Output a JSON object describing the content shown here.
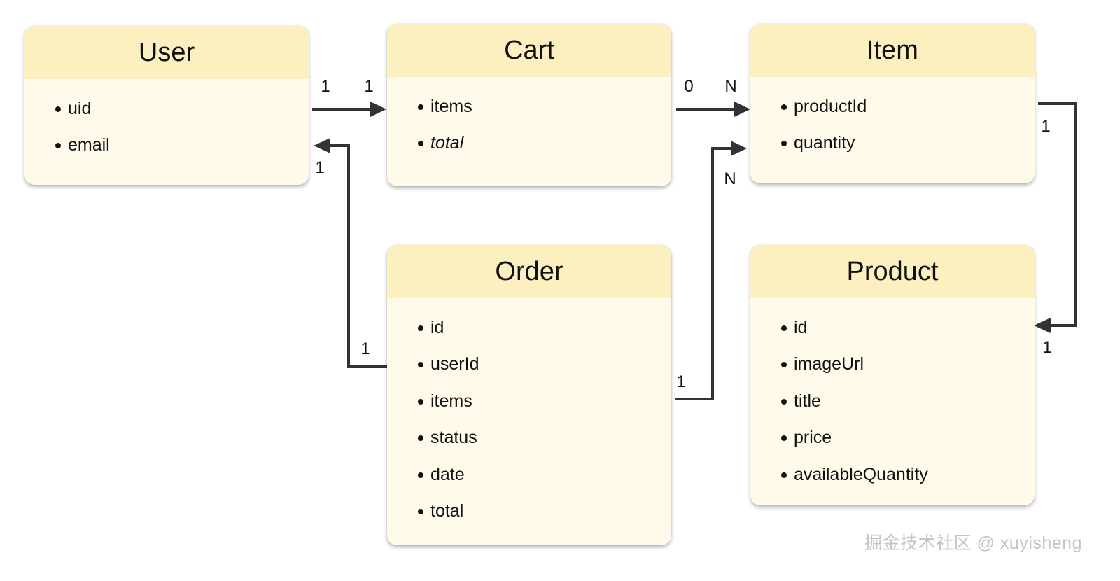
{
  "entities": {
    "user": {
      "title": "User",
      "fields": [
        "uid",
        "email"
      ]
    },
    "cart": {
      "title": "Cart",
      "fields": [
        "items",
        "total"
      ]
    },
    "item": {
      "title": "Item",
      "fields": [
        "productId",
        "quantity"
      ]
    },
    "order": {
      "title": "Order",
      "fields": [
        "id",
        "userId",
        "items",
        "status",
        "date",
        "total"
      ]
    },
    "product": {
      "title": "Product",
      "fields": [
        "id",
        "imageUrl",
        "title",
        "price",
        "availableQuantity"
      ]
    }
  },
  "relations": {
    "user_cart": {
      "from_label": "1",
      "to_label": "1"
    },
    "cart_item": {
      "from_label": "0",
      "to_label": "N"
    },
    "order_user": {
      "from_label": "1",
      "to_label": "1"
    },
    "order_item": {
      "from_label": "1",
      "to_label": "N"
    },
    "item_product": {
      "from_label": "1",
      "to_label": "1"
    }
  },
  "watermark": "掘金技术社区 @ xuyisheng",
  "colors": {
    "header": "#fcefc0",
    "body": "#fffaea",
    "connector": "#333333"
  }
}
